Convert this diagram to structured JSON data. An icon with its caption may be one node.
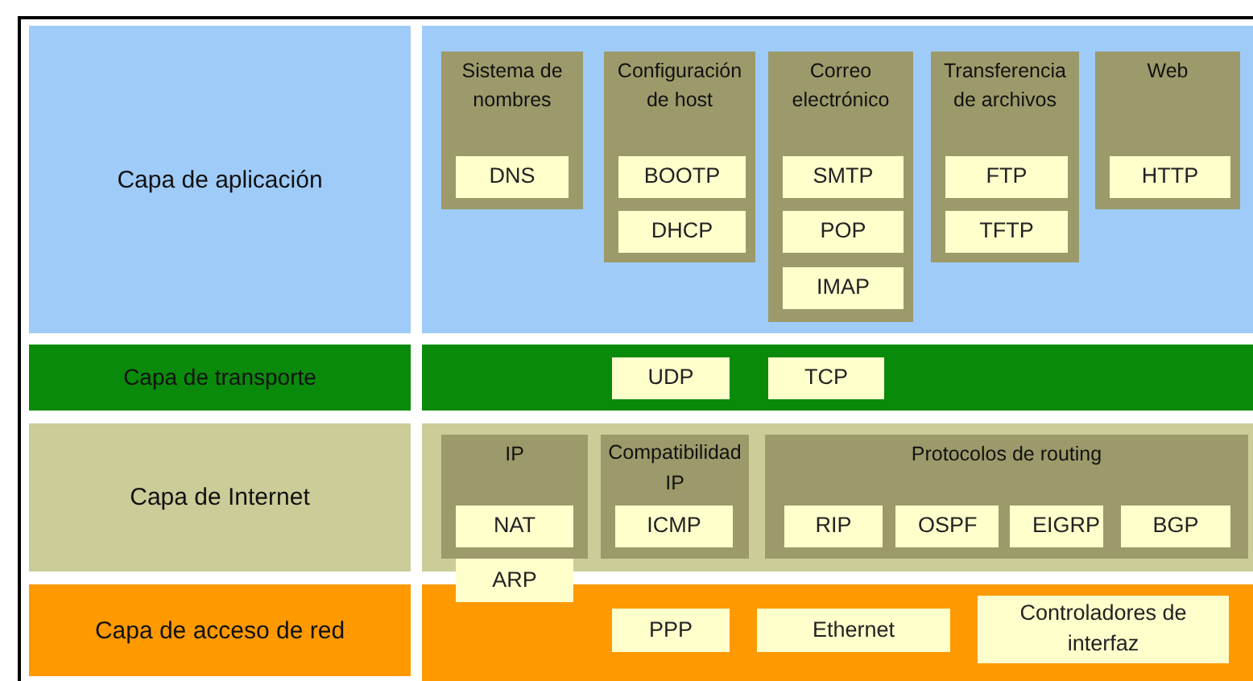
{
  "diagram": {
    "nodes": [
      {
        "text": [
          "Capa de aplicación"
        ]
      },
      {
        "text": [],
        "shape": "box"
      },
      {
        "text": [
          "Sistema de nombres"
        ],
        "in": 1
      },
      {
        "text": [
          "DNS"
        ],
        "in": 2
      },
      {
        "text": [
          "Configuración de host"
        ],
        "in": 1
      },
      {
        "text": [
          "BOOTP"
        ],
        "in": 4
      },
      {
        "text": [
          "DHCP"
        ],
        "in": 4
      },
      {
        "text": [
          "Correo electrónico"
        ],
        "in": 1
      },
      {
        "text": [
          "SMTP"
        ],
        "in": 7
      },
      {
        "text": [
          "POP"
        ],
        "in": 7
      },
      {
        "text": [
          "IMAP"
        ],
        "in": 7
      },
      {
        "text": [
          "Transferencia de archivos"
        ],
        "in": 1
      },
      {
        "text": [
          "FTP"
        ],
        "in": 11
      },
      {
        "text": [
          "TFTP"
        ],
        "in": 11
      },
      {
        "text": [
          "Web"
        ],
        "in": 1
      },
      {
        "text": [
          "HTTP"
        ],
        "in": 14
      },
      {
        "text": [
          "Capa de transporte"
        ]
      },
      {
        "text": [],
        "shape": "box"
      },
      {
        "text": [
          "UDP"
        ],
        "in": 17
      },
      {
        "text": [
          "TCP"
        ],
        "in": 17
      },
      {
        "text": [
          "Capa de Internet"
        ]
      },
      {
        "text": [],
        "shape": "box"
      },
      {
        "text": [
          "IP"
        ],
        "in": 21
      },
      {
        "text": [
          "NAT"
        ],
        "in": 22
      },
      {
        "text": [
          "ARP"
        ]
      },
      {
        "text": [
          "Compatibilidad IP"
        ],
        "in": 21
      },
      {
        "text": [
          "ICMP"
        ],
        "in": 25
      },
      {
        "text": [
          "Protocolos de routing"
        ],
        "in": 21
      },
      {
        "text": [
          "RIP"
        ],
        "in": 27
      },
      {
        "text": [
          "OSPF"
        ],
        "in": 27
      },
      {
        "text": [
          "EIGRP"
        ],
        "in": 27
      },
      {
        "text": [
          "BGP"
        ],
        "in": 27
      },
      {
        "text": [
          "Capa de acceso de red"
        ]
      },
      {
        "text": [],
        "shape": "box"
      },
      {
        "text": [
          "PPP"
        ],
        "in": 33
      },
      {
        "text": [
          "Ethernet"
        ],
        "in": 33
      },
      {
        "text": [
          "Controladores de interfaz"
        ],
        "in": 33
      }
    ],
    "edges": []
  }
}
